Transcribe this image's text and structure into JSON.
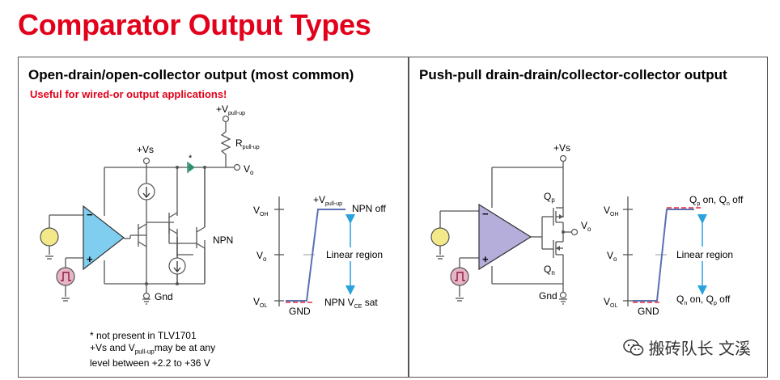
{
  "title": "Comparator Output Types",
  "left": {
    "title_bold": "Open-drain/open-collector output",
    "title_rest": " (most common)",
    "subtitle": "Useful for wired-or output applications!",
    "labels": {
      "vpullup": "+V",
      "vpullup_sub": "pull-up",
      "rpullup": "R",
      "rpullup_sub": "pull-up",
      "vo": "V",
      "vo_sub": "o",
      "vs": "+Vs",
      "star": "*",
      "npn": "NPN",
      "gnd": "Gnd",
      "minus": "−",
      "plus": "+"
    },
    "graph": {
      "voh": "V",
      "voh_sub": "OH",
      "vo": "V",
      "vo_sub": "o",
      "vol": "V",
      "vol_sub": "OL",
      "top_label": "+V",
      "top_label_sub": "pull-up",
      "npn_off": "NPN off",
      "linear": "Linear region",
      "npn_sat": "NPN V",
      "npn_sat_sub": "CE",
      "npn_sat_end": " sat",
      "gnd": "GND"
    },
    "note": {
      "line1": "* not present in TLV1701",
      "line2a": "+Vs and V",
      "line2_sub": "pull-up",
      "line2b": "may be at any",
      "line3": "level between +2.2 to +36 V"
    }
  },
  "right": {
    "title": "Push-pull drain-drain/collector-collector output",
    "labels": {
      "vs": "+Vs",
      "qp": "Q",
      "qp_sub": "p",
      "qn": "Q",
      "qn_sub": "n",
      "vo": "V",
      "vo_sub": "o",
      "gnd": "Gnd",
      "minus": "−",
      "plus": "+"
    },
    "graph": {
      "voh": "V",
      "voh_sub": "OH",
      "vo": "V",
      "vo_sub": "o",
      "vol": "V",
      "vol_sub": "OL",
      "top_a": "Q",
      "top_a_sub": "p",
      "top_b": " on, Q",
      "top_b_sub": "n",
      "top_c": " off",
      "linear": "Linear region",
      "bot_a": "Q",
      "bot_a_sub": "n",
      "bot_b": " on, Q",
      "bot_b_sub": "p",
      "bot_c": " off",
      "gnd": "GND"
    }
  },
  "watermark": "搬砖队长 文溪",
  "colors": {
    "title_red": "#e2001a",
    "comparator_left": "#7fcdef",
    "comparator_right": "#b5aedb",
    "source_yellow": "#f3e88a",
    "pulse_source": "#e7b4c8",
    "pulse_wave": "#8b1a3c",
    "graph_line": "#5b6fb3",
    "dashed_red": "#e2001a",
    "arrow_blue": "#29a3dc",
    "diode_green": "#2f8e6c"
  }
}
